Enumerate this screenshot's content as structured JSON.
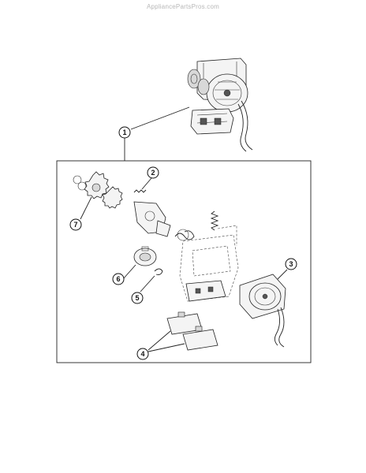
{
  "watermark": "AppliancePartsPros.com",
  "callouts": {
    "c1": "1",
    "c2": "2",
    "c3": "3",
    "c4": "4",
    "c5": "5",
    "c6": "6",
    "c7": "7"
  }
}
